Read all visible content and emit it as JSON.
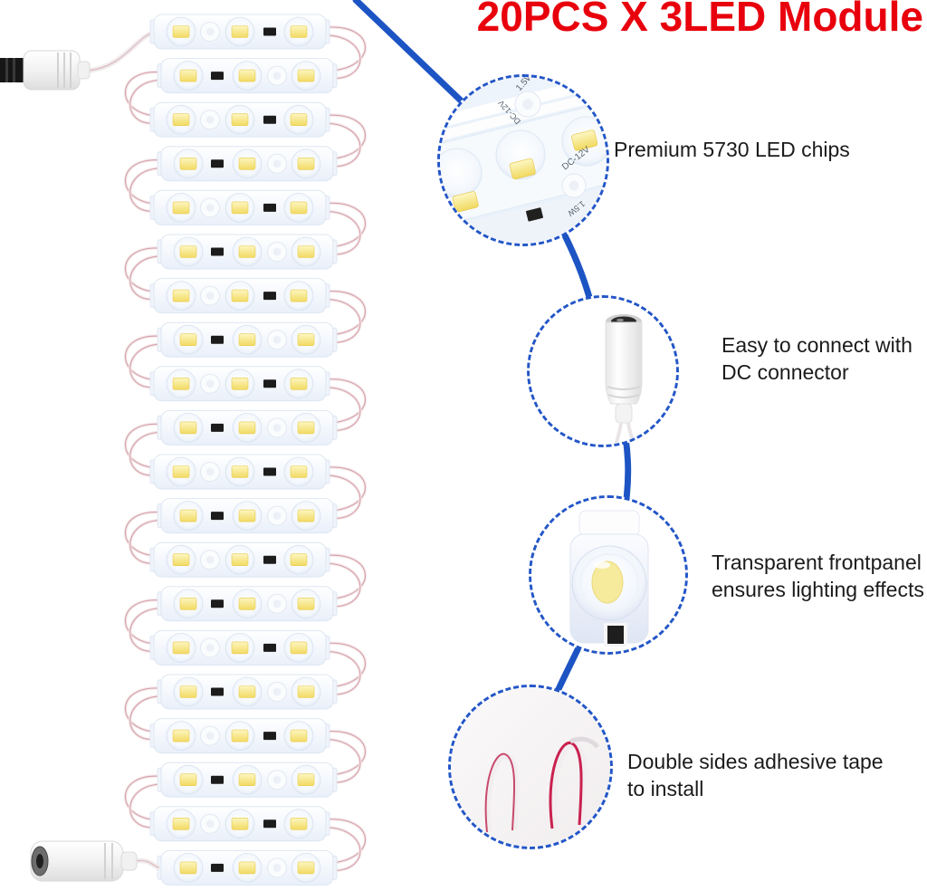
{
  "title": {
    "text": "20PCS X 3LED Module",
    "color": "#e8000d"
  },
  "callouts": [
    {
      "id": "led-chips",
      "label": "Premium 5730 LED chips"
    },
    {
      "id": "dc-connector",
      "label": "Easy to connect with\nDC connector"
    },
    {
      "id": "front-panel",
      "label": "Transparent frontpanel\nensures lighting effects"
    },
    {
      "id": "adhesive-tape",
      "label": "Double sides adhesive tape\nto install"
    }
  ],
  "module_markings": {
    "power": "1.5W",
    "voltage": "DC-12V"
  },
  "chain": {
    "module_count": 20,
    "leds_per_module": 3
  },
  "colors": {
    "connector_line": "#1d54c4",
    "circle_border": "#2356c7",
    "chip_yellow": "#f2da62",
    "wire_red": "#d9a3ad",
    "module_body": "#eef3fb"
  }
}
